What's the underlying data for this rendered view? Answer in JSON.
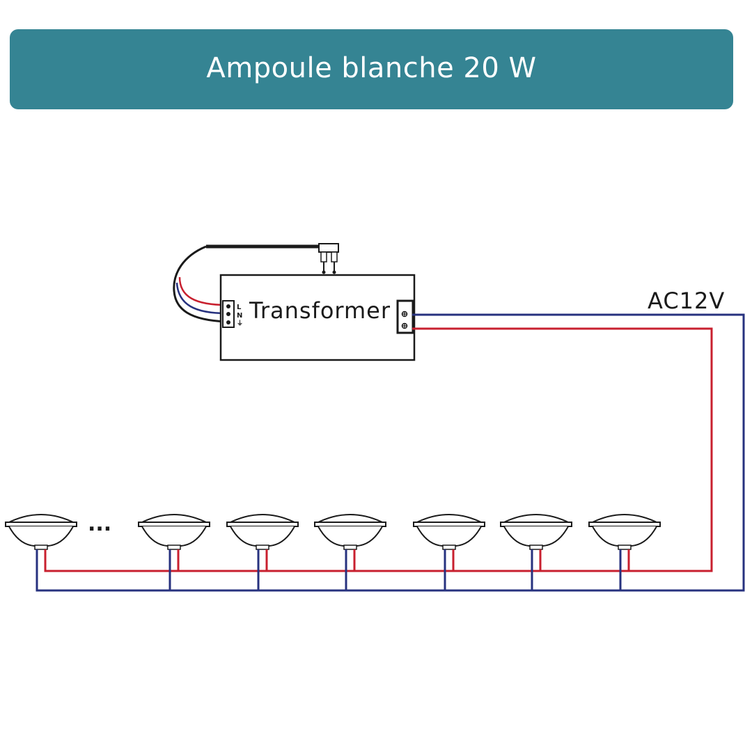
{
  "header": {
    "title": "Ampoule blanche 20 W"
  },
  "diagram": {
    "transformer_label": "Transformer",
    "voltage_label": "AC12V",
    "terminal_labels": [
      "L",
      "N",
      "⏚"
    ],
    "ellipsis": "...",
    "lamp_count": 7,
    "colors": {
      "banner": "#358493",
      "live_wire": "#c8202f",
      "neutral_wire": "#27327f",
      "outline": "#1a1a1a"
    }
  }
}
